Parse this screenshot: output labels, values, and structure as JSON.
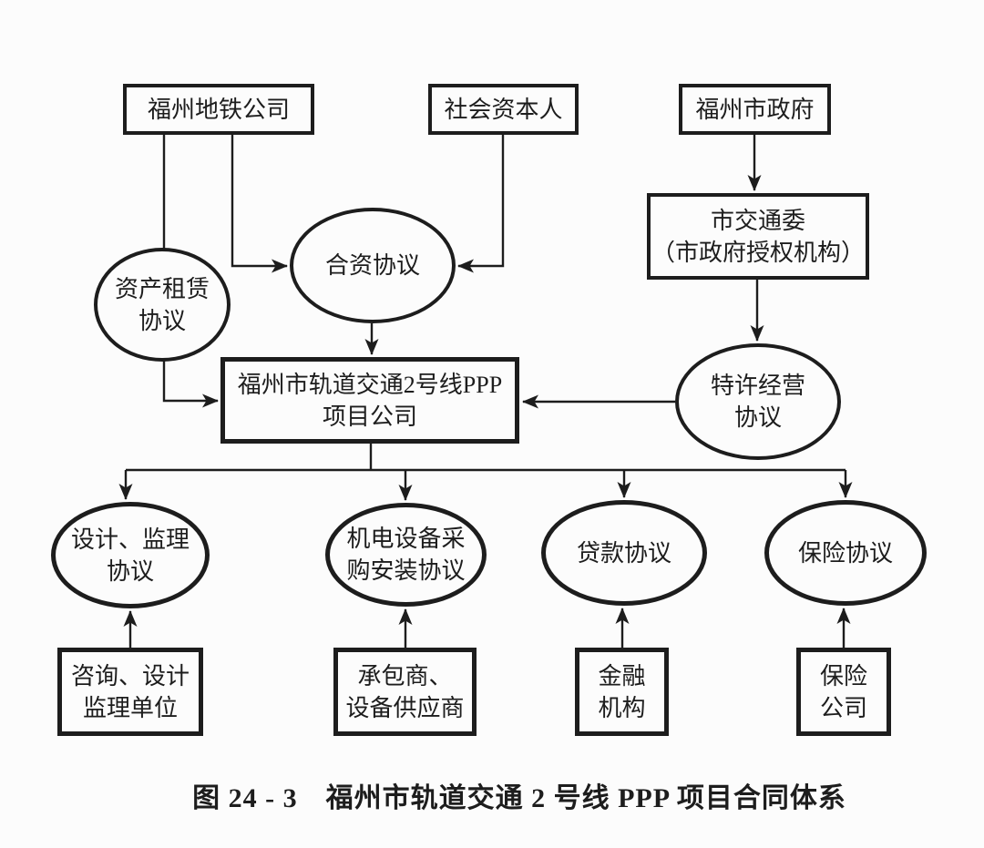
{
  "figure": {
    "caption": "图 24 - 3　福州市轨道交通 2 号线 PPP 项目合同体系",
    "colors": {
      "ink": "#1d1d1d",
      "paper": "#fcfcfc"
    },
    "nodes": {
      "metro_company": "福州地铁公司",
      "social_capital": "社会资本人",
      "city_government": "福州市政府",
      "transport_committee": "市交通委\n（市政府授权机构）",
      "asset_lease_agreement": "资产租赁\n协议",
      "joint_venture_agreement": "合资协议",
      "franchise_agreement": "特许经营\n协议",
      "ppp_project_company": "福州市轨道交通2号线PPP\n项目公司",
      "design_supervision_agreement": "设计、监理\n协议",
      "equipment_agreement": "机电设备采\n购安装协议",
      "loan_agreement": "贷款协议",
      "insurance_agreement": "保险协议",
      "consulting_unit": "咨询、设计\n监理单位",
      "contractor_supplier": "承包商、\n设备供应商",
      "financial_institution": "金融\n机构",
      "insurance_company": "保险\n公司"
    }
  }
}
